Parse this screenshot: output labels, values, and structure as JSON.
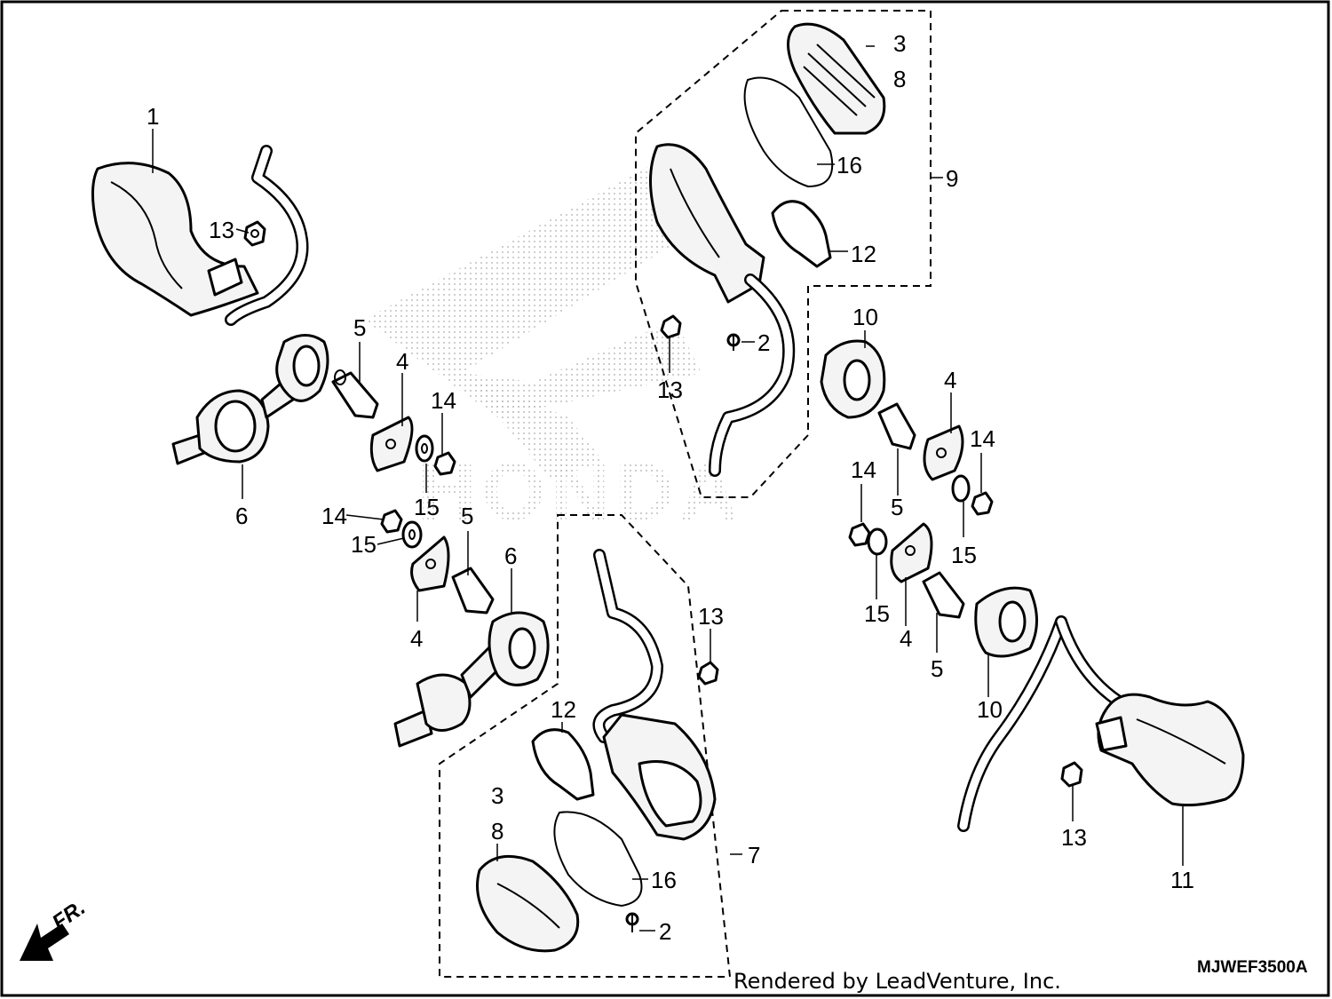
{
  "diagram": {
    "part_labels": [
      "1",
      "2",
      "3",
      "4",
      "5",
      "6",
      "7",
      "8",
      "9",
      "10",
      "11",
      "12",
      "13",
      "14",
      "15",
      "16"
    ],
    "drawing_code": "MJWEF3500A",
    "credit": "Rendered by LeadVenture, Inc.",
    "front_arrow": "FR.",
    "watermark": "HONDA"
  }
}
